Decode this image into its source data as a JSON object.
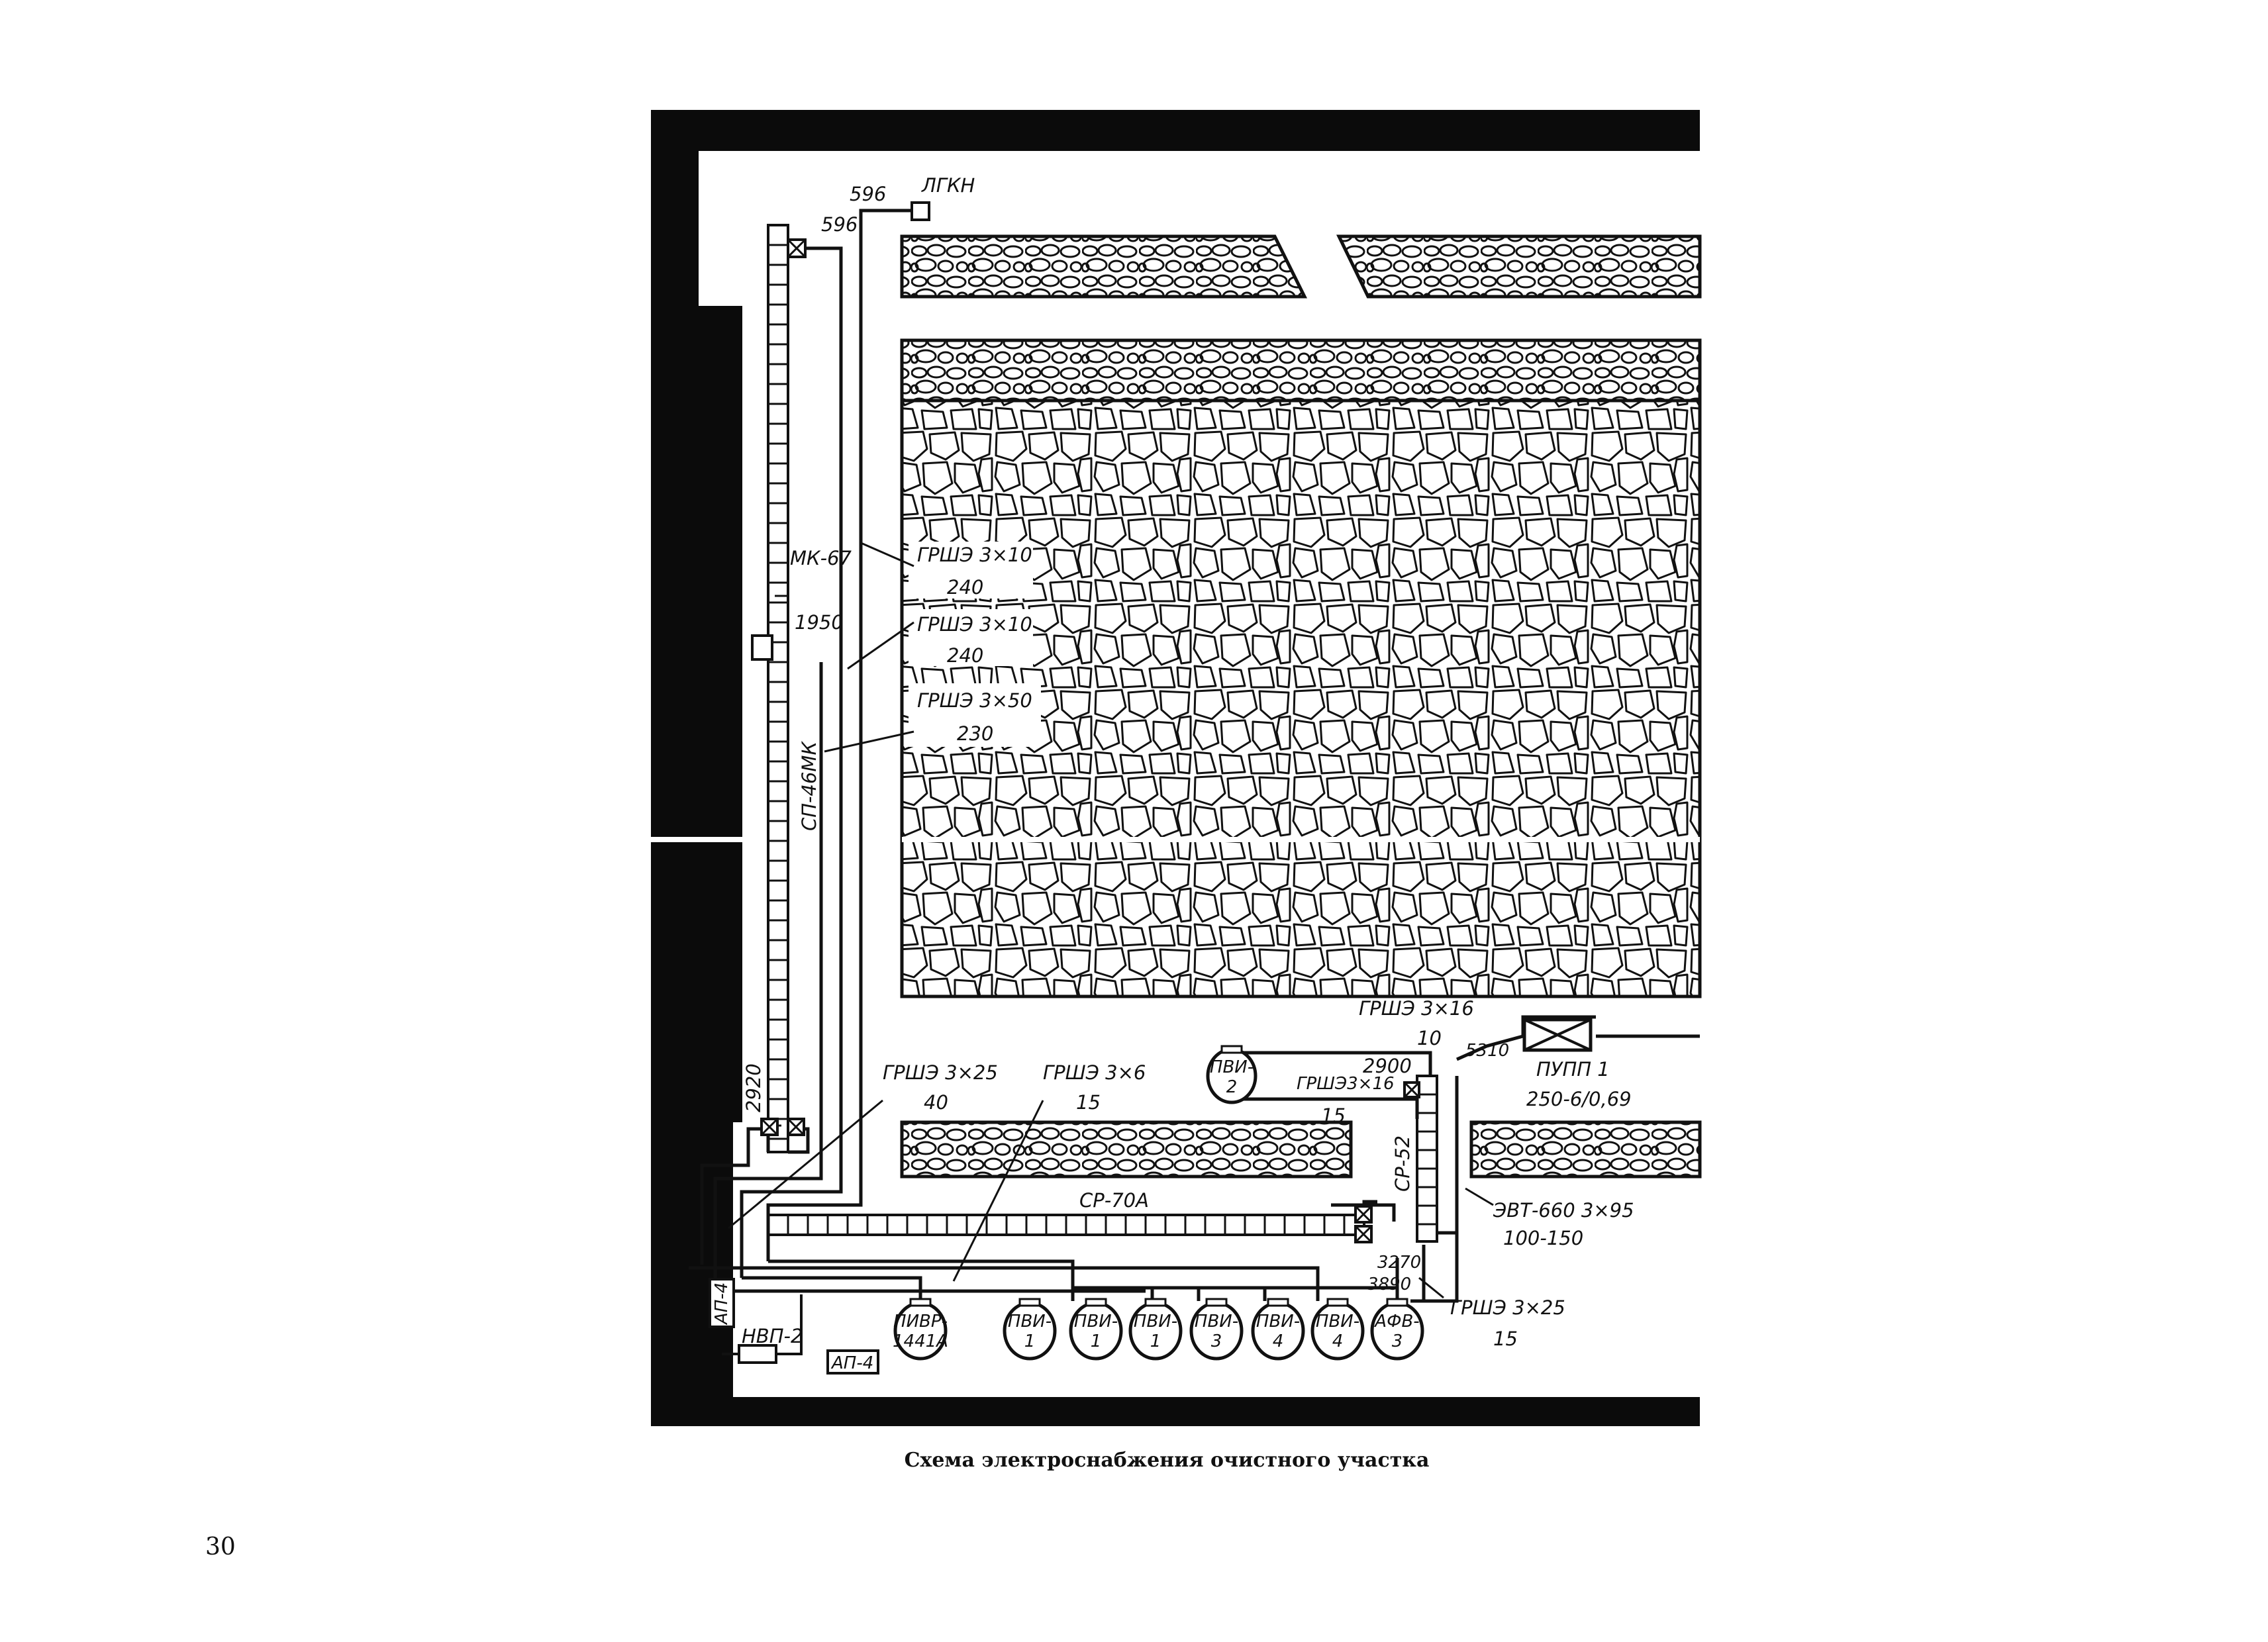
{
  "caption": "Схема электроснабжения очистного участка",
  "page_number": "30",
  "top": {
    "lgkn": "ЛГКН",
    "d596a": "596",
    "d596b": "596"
  },
  "conveyors": {
    "mk": "МК-67",
    "sp": "СП-46МК",
    "sr70": "СР-70А",
    "sr52": "СР-52"
  },
  "distances": {
    "d1950": "1950",
    "d2920": "2920",
    "d2900": "2900",
    "d5310": "5310",
    "d3270": "3270",
    "d3890": "3890"
  },
  "cables": {
    "c1": {
      "spec": "ГРШЭ 3×10",
      "len": "240"
    },
    "c2": {
      "spec": "ГРШЭ 3×10",
      "len": "240"
    },
    "c3": {
      "spec": "ГРШЭ 3×50",
      "len": "230"
    },
    "c4": {
      "spec": "ГРШЭ 3×25",
      "len": "40"
    },
    "c5": {
      "spec": "ГРШЭ 3×6",
      "len": "15"
    },
    "c6": {
      "spec": "ГРШЭ 3×16",
      "len": "10"
    },
    "c7": {
      "spec": "ГРШЭ3×16",
      "len": "15"
    },
    "c8": {
      "spec": "ЭВТ-660 3×95",
      "len": "100-150"
    },
    "c9": {
      "spec": "ГРШЭ 3×25",
      "len": "15"
    }
  },
  "pupp": {
    "name": "ПУПП 1",
    "rating": "250-6/0,69"
  },
  "pvi2": {
    "l1": "ПВИ-",
    "l2": "2"
  },
  "devices": [
    {
      "l1": "ПИВР-",
      "l2": "1441А"
    },
    {
      "l1": "ПВИ-",
      "l2": "1"
    },
    {
      "l1": "ПВИ-",
      "l2": "1"
    },
    {
      "l1": "ПВИ-",
      "l2": "1"
    },
    {
      "l1": "ПВИ-",
      "l2": "3"
    },
    {
      "l1": "ПВИ-",
      "l2": "4"
    },
    {
      "l1": "ПВИ-",
      "l2": "4"
    },
    {
      "l1": "АФВ-",
      "l2": "3"
    }
  ],
  "ap4a": "АП-4",
  "ap4b": "АП-4",
  "nvp": "НВП-2"
}
